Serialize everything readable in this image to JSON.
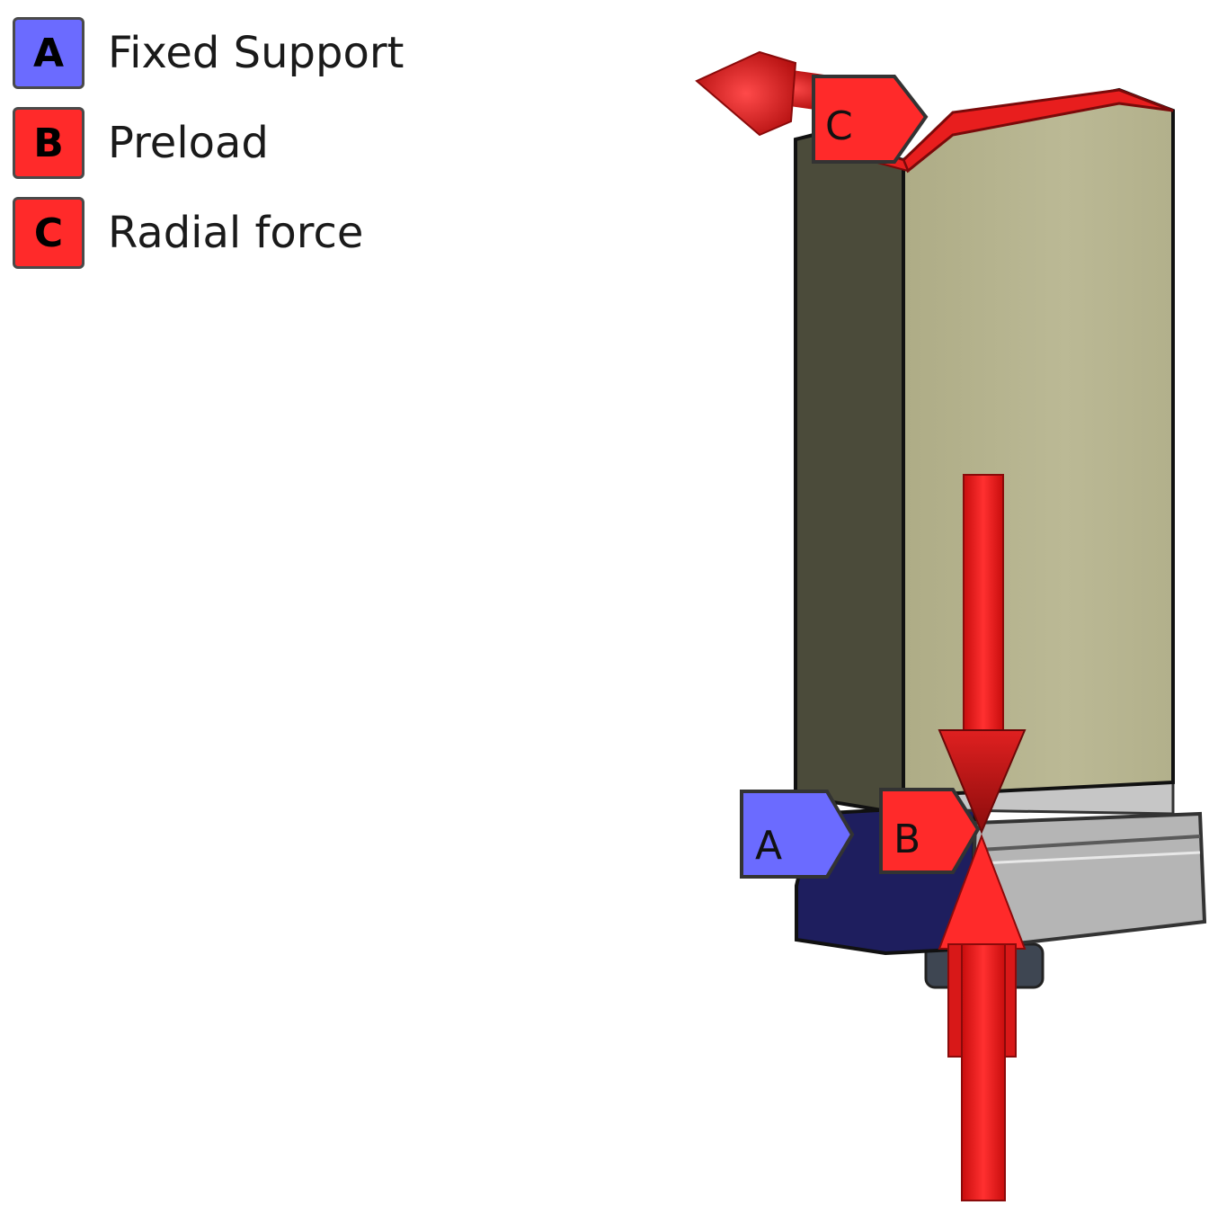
{
  "legend": [
    {
      "letter": "A",
      "label": "Fixed Support",
      "color": "#6b6bff"
    },
    {
      "letter": "B",
      "label": "Preload",
      "color": "#ff2a2a"
    },
    {
      "letter": "C",
      "label": "Radial force",
      "color": "#ff2a2a"
    }
  ],
  "tags": {
    "a": "A",
    "b": "B",
    "c": "C"
  },
  "colors": {
    "fixed_support": "#6b6bff",
    "load": "#ff2a2a",
    "base_block": "#1f1f5a",
    "blade_front": "#b7b48f",
    "blade_side": "#4c4c3a",
    "platform": "#b3b3b3"
  }
}
